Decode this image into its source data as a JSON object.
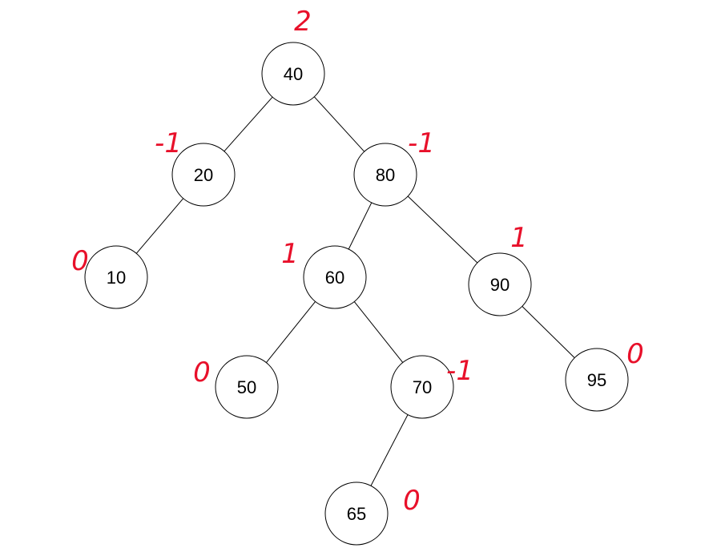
{
  "diagram": {
    "type": "binary-tree",
    "nodes": [
      {
        "id": "n40",
        "label": "40",
        "balance": "2"
      },
      {
        "id": "n20",
        "label": "20",
        "balance": "-1"
      },
      {
        "id": "n80",
        "label": "80",
        "balance": "-1"
      },
      {
        "id": "n10",
        "label": "10",
        "balance": "0"
      },
      {
        "id": "n60",
        "label": "60",
        "balance": "1"
      },
      {
        "id": "n90",
        "label": "90",
        "balance": "1"
      },
      {
        "id": "n50",
        "label": "50",
        "balance": "0"
      },
      {
        "id": "n70",
        "label": "70",
        "balance": "-1"
      },
      {
        "id": "n95",
        "label": "95",
        "balance": "0"
      },
      {
        "id": "n65",
        "label": "65",
        "balance": "0"
      }
    ],
    "edges": [
      {
        "from": "n40",
        "to": "n20"
      },
      {
        "from": "n40",
        "to": "n80"
      },
      {
        "from": "n20",
        "to": "n10"
      },
      {
        "from": "n80",
        "to": "n60"
      },
      {
        "from": "n80",
        "to": "n90"
      },
      {
        "from": "n60",
        "to": "n50"
      },
      {
        "from": "n60",
        "to": "n70"
      },
      {
        "from": "n90",
        "to": "n95"
      },
      {
        "from": "n70",
        "to": "n65"
      }
    ],
    "annotation_color": "#e8102a",
    "node_border_color": "#000000"
  }
}
